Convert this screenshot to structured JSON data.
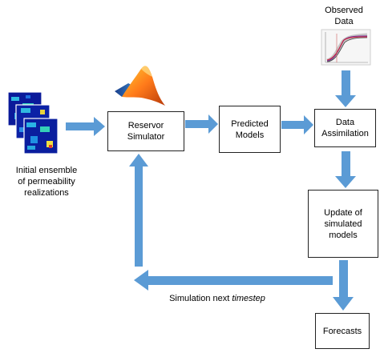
{
  "nodes": {
    "observed_data": "Observed\nData",
    "reservoir_simulator": "Reservor\nSimulator",
    "predicted_models": "Predicted\nModels",
    "data_assimilation": "Data\nAssimilation",
    "update_models": "Update of\nsimulated\nmodels",
    "forecasts": "Forecasts",
    "initial_ensemble": "Initial ensemble\nof permeability\nrealizations"
  },
  "edges": {
    "loop_label_prefix": "Simulation next ",
    "loop_label_emph": "timestep"
  },
  "colors": {
    "arrow": "#5b9bd5",
    "box_border": "#222222"
  }
}
